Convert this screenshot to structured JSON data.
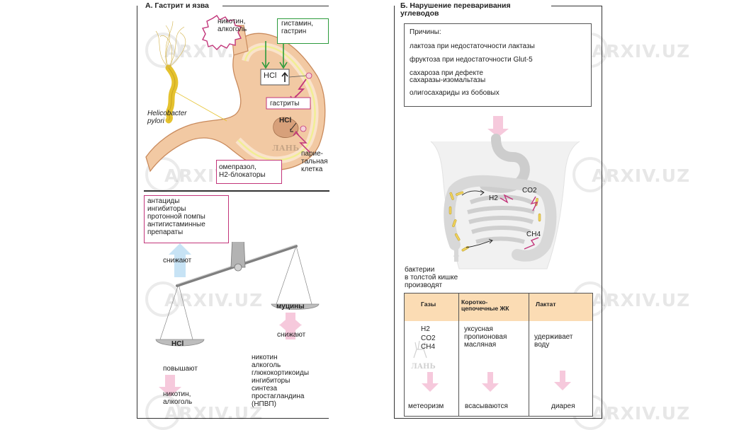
{
  "panel_a": {
    "title": "А. Гастрит и язва",
    "nicotine_alcohol": "никотин,\nалкоголь",
    "histamine_gastrin": "гистамин,\nгастрин",
    "hcl": "HCl",
    "gastritis": "гастриты",
    "hcl2": "HCl",
    "bacteria_name": "Helicobacter\npylori",
    "parietal_cell": "парие-\nтальная\nклетка",
    "omeprazole": "омепразол,\nН2-блокаторы",
    "drugs": "антациды\nингибиторы\nпротонной помпы\nантигистаминные\nпрепараты",
    "decrease_left": "снижают",
    "mucins": "муцины",
    "decrease_right": "снижают",
    "hcl_pan": "HCl",
    "increase": "повышают",
    "nicotine_alcohol_bottom": "никотин,\nалкоголь",
    "right_list": "никотин\nалкоголь\nглюкокортикоиды\nингибиторы\nсинтеза\nпростагландина\n(НПВП)"
  },
  "panel_b": {
    "title": "Б. Нарушение переваривания\nуглеводов",
    "causes_title": "Причины:",
    "causes": [
      "лактоза при недостаточности лактазы",
      "фруктоза при недостаточности Glut-5",
      "сахароза при дефекте\nсахаразы-изомальтазы",
      "олигосахариды из бобовых"
    ],
    "h2": "H2",
    "co2": "CO2",
    "ch4": "CH4",
    "bacteria_caption": "бактерии\nв толстой кишке\nпроизводят",
    "table": {
      "headers": [
        "Газы",
        "Коротко-\nцепочечные ЖК",
        "Лактат"
      ],
      "col1": "H2\nCO2\nCH4",
      "col2": "уксусная\nпропионовая\nмасляная",
      "col3": "удерживает\nводу"
    },
    "outcomes": [
      "метеоризм",
      "всасываются",
      "диарея"
    ]
  },
  "watermark": {
    "text": "ARXIV.UZ",
    "lan": "ЛАНЬ"
  },
  "colors": {
    "magenta": "#c2357a",
    "stomach": "#f2c9a3",
    "table_header": "#fbdcb4",
    "arrow_pink": "#f6c9dc",
    "arrow_blue": "#c7e3f5",
    "green": "#2c9b3c"
  }
}
